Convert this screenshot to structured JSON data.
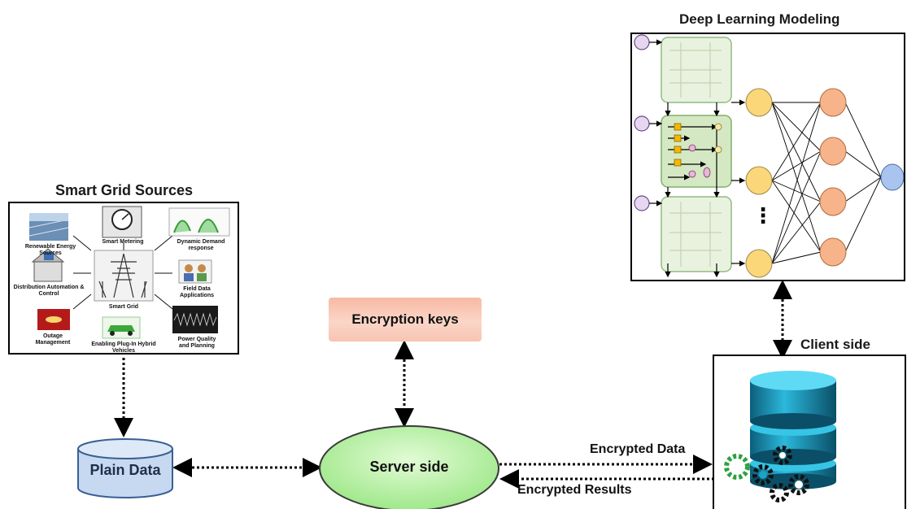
{
  "smart_grid": {
    "title": "Smart Grid Sources",
    "center_label": "Smart Grid",
    "items": [
      "Renewable Energy Sources",
      "Smart Metering",
      "Dynamic Demand response",
      "Distribution Automation & Control",
      "Field Data Applications",
      "Outage Management",
      "Enabling Plug-In Hybrid Vehicles",
      "Power Quality and Planning"
    ]
  },
  "plain_data": "Plain Data",
  "encryption_keys": "Encryption keys",
  "server_side": "Server side",
  "encrypted_data": "Encrypted Data",
  "encrypted_results": "Encrypted Results",
  "client_side": "Client side",
  "deep_learning": {
    "title": "Deep Learning Modeling",
    "ellipsis": "⋮"
  },
  "colors": {
    "plain_data_fill": "#c6d9f1",
    "server_fill": "#b6f0a0",
    "db_teal": "#1ba3c6",
    "gear_green": "#2ea043",
    "lstm_green": "#d5e8c4",
    "hidden_orange": "#f7b48a",
    "input_yellow": "#fbd77a",
    "output_blue": "#a9c4ee"
  }
}
